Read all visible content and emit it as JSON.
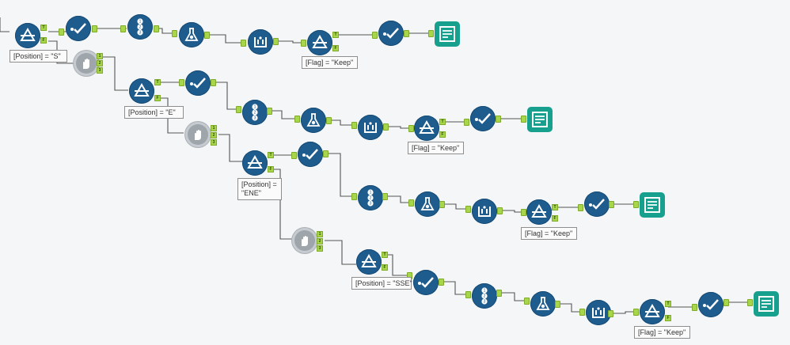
{
  "annotations": {
    "a1": "[Position] = \"S\"",
    "a2": "[Flag] = \"Keep\"",
    "a3": "[Position] = \"E\"",
    "a4": "[Flag] = \"Keep\"",
    "a5_line1": "[Position] =",
    "a5_line2": "\"ENE\"",
    "a6": "[Flag] = \"Keep\"",
    "a7": "[Position] = \"SSE\"",
    "a8": "[Flag] = \"Keep\""
  },
  "anchor_labels": {
    "true": "T",
    "false": "F",
    "j1": "1",
    "j2": "2",
    "j3": "3"
  },
  "tool_icons": {
    "filter": "filter-icon",
    "select": "select-icon",
    "record_id": "record-id-icon",
    "formula": "formula-icon",
    "unique": "unique-icon",
    "browse": "browse-icon",
    "block_until_done": "block-until-done-icon"
  },
  "colors": {
    "canvas_bg": "#f4f6f7",
    "tool_blue": "#1e5c8e",
    "browse_teal": "#17a08e",
    "anchor_green": "#a7d64a",
    "connector": "#555555"
  }
}
